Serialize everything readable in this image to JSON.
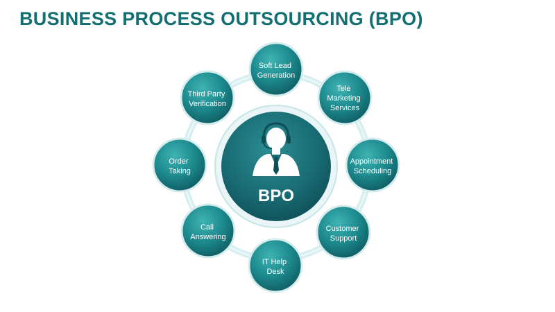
{
  "title": "BUSINESS PROCESS OUTSOURCING (BPO)",
  "hub": {
    "label": "BPO",
    "icon": "customer-service-agent-icon"
  },
  "nodes": [
    {
      "id": "soft-lead-generation",
      "lines": [
        "Soft Lead",
        "Generation"
      ]
    },
    {
      "id": "tele-marketing-services",
      "lines": [
        "Tele",
        "Marketing",
        "Services"
      ]
    },
    {
      "id": "appointment-scheduling",
      "lines": [
        "Appointment",
        "Scheduling"
      ]
    },
    {
      "id": "customer-support",
      "lines": [
        "Customer",
        "Support"
      ]
    },
    {
      "id": "it-help-desk",
      "lines": [
        "IT Help",
        "Desk"
      ]
    },
    {
      "id": "call-answering",
      "lines": [
        "Call",
        "Answering"
      ]
    },
    {
      "id": "order-taking",
      "lines": [
        "Order",
        "Taking"
      ]
    },
    {
      "id": "third-party-verification",
      "lines": [
        "Third Party",
        "Verification"
      ]
    }
  ],
  "colors": {
    "title": "#146f72",
    "node_fill": "#1f8f92",
    "node_fill_dark": "#0f5e63",
    "hub_fill": "#1a6c74",
    "ring": "#d6eef0",
    "text_light": "#ffffff"
  }
}
